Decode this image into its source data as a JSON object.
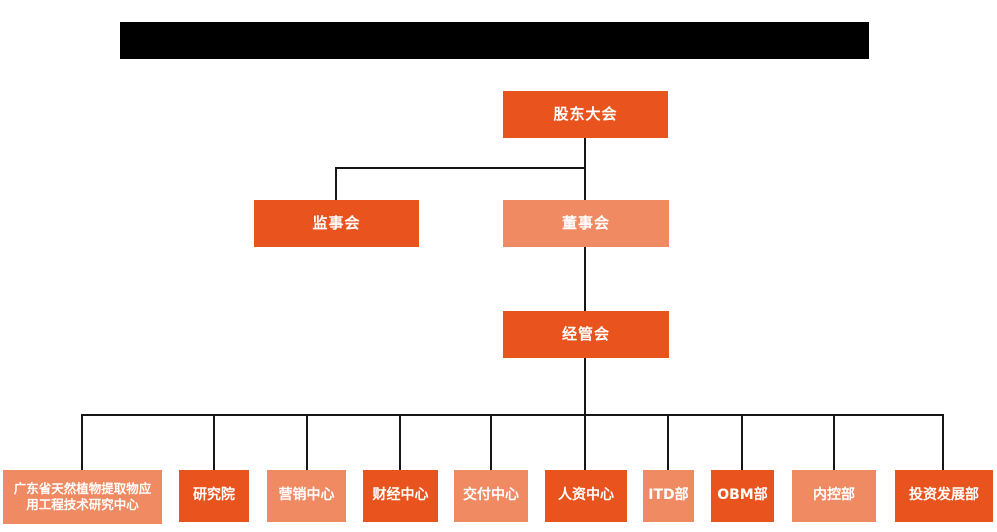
{
  "colors": {
    "node_dark": "#e9531d",
    "node_light": "#ef8a62",
    "connector": "#161616",
    "redacted_bar": "#000000",
    "node_text": "#ffffff",
    "background": "#ffffff"
  },
  "org": {
    "root": {
      "label": "股东大会",
      "variant": "dark"
    },
    "row2": [
      {
        "label": "监事会",
        "variant": "dark"
      },
      {
        "label": "董事会",
        "variant": "light"
      }
    ],
    "row3": [
      {
        "label": "经管会",
        "variant": "dark"
      }
    ],
    "departments": [
      {
        "label": "广东省天然植物提取物应\n用工程技术研究中心",
        "variant": "light"
      },
      {
        "label": "研究院",
        "variant": "dark"
      },
      {
        "label": "营销中心",
        "variant": "light"
      },
      {
        "label": "财经中心",
        "variant": "dark"
      },
      {
        "label": "交付中心",
        "variant": "light"
      },
      {
        "label": "人资中心",
        "variant": "dark"
      },
      {
        "label": "ITD部",
        "variant": "light"
      },
      {
        "label": "OBM部",
        "variant": "dark"
      },
      {
        "label": "内控部",
        "variant": "light"
      },
      {
        "label": "投资发展部",
        "variant": "dark"
      }
    ]
  }
}
